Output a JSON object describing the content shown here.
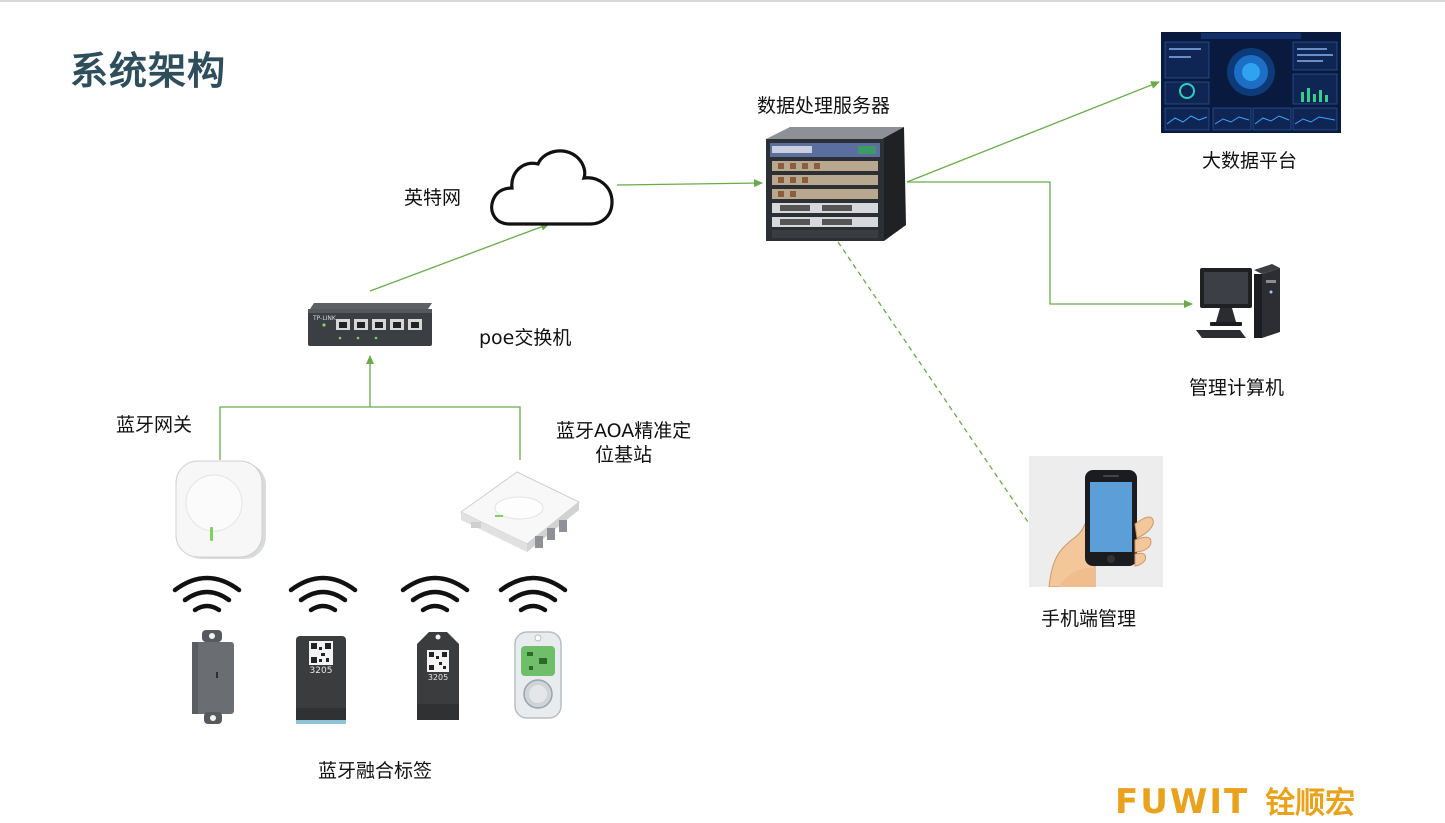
{
  "page": {
    "title": "系统架构"
  },
  "nodes": {
    "cloud": {
      "label": "英特网",
      "icon": "cloud-icon"
    },
    "switch": {
      "label": "poe交换机",
      "icon": "poe-switch-icon",
      "brand_text": "TP-LINK"
    },
    "server": {
      "label": "数据处理服务器",
      "icon": "server-rack-icon"
    },
    "bigdata": {
      "label": "大数据平台",
      "icon": "dashboard-screen-icon"
    },
    "pc": {
      "label": "管理计算机",
      "icon": "desktop-computer-icon"
    },
    "phone": {
      "label": "手机端管理",
      "icon": "smartphone-in-hand-icon"
    },
    "gateway": {
      "label": "蓝牙网关",
      "icon": "bluetooth-gateway-icon"
    },
    "aoa": {
      "label": "蓝牙AOA精准定位基站",
      "label_line1": "蓝牙AOA精准定",
      "label_line2": "位基站",
      "icon": "aoa-base-station-icon"
    },
    "tags": {
      "label": "蓝牙融合标签",
      "tag_number": "3205"
    }
  },
  "brand": {
    "en": "FUWIT",
    "cn": "铨顺宏"
  },
  "colors": {
    "link": "#6aaa4a",
    "title": "#2e4e5c",
    "brand": "#e9a21c"
  }
}
